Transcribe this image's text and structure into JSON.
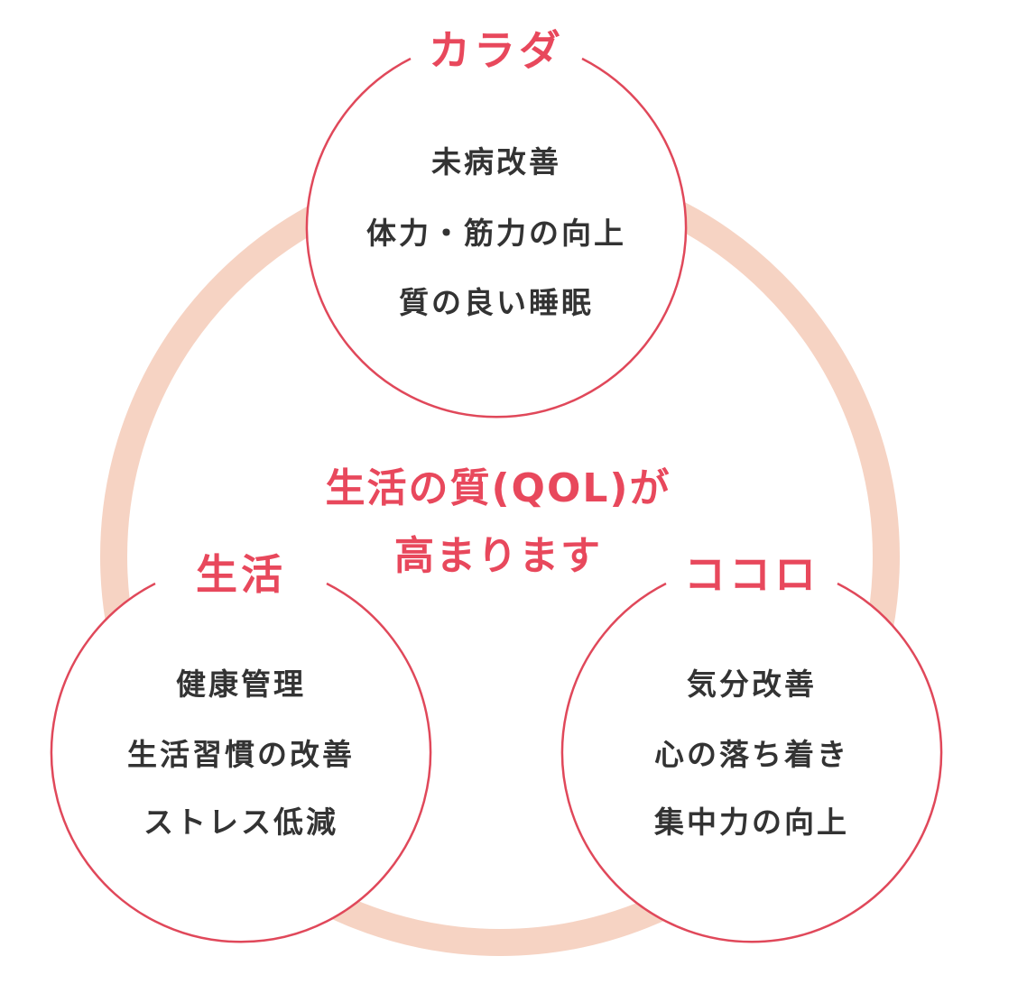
{
  "colors": {
    "accent": "#e8485c",
    "ring": "#f6d3c3",
    "circle_stroke": "#e0485a",
    "text": "#333333",
    "background": "#ffffff"
  },
  "center": {
    "line1": "生活の質(QOL)が",
    "line2": "高まります"
  },
  "circles": {
    "karada": {
      "title": "カラダ",
      "items": [
        "未病改善",
        "体力・筋力の向上",
        "質の良い睡眠"
      ]
    },
    "seikatsu": {
      "title": "生活",
      "items": [
        "健康管理",
        "生活習慣の改善",
        "ストレス低減"
      ]
    },
    "kokoro": {
      "title": "ココロ",
      "items": [
        "気分改善",
        "心の落ち着き",
        "集中力の向上"
      ]
    }
  }
}
